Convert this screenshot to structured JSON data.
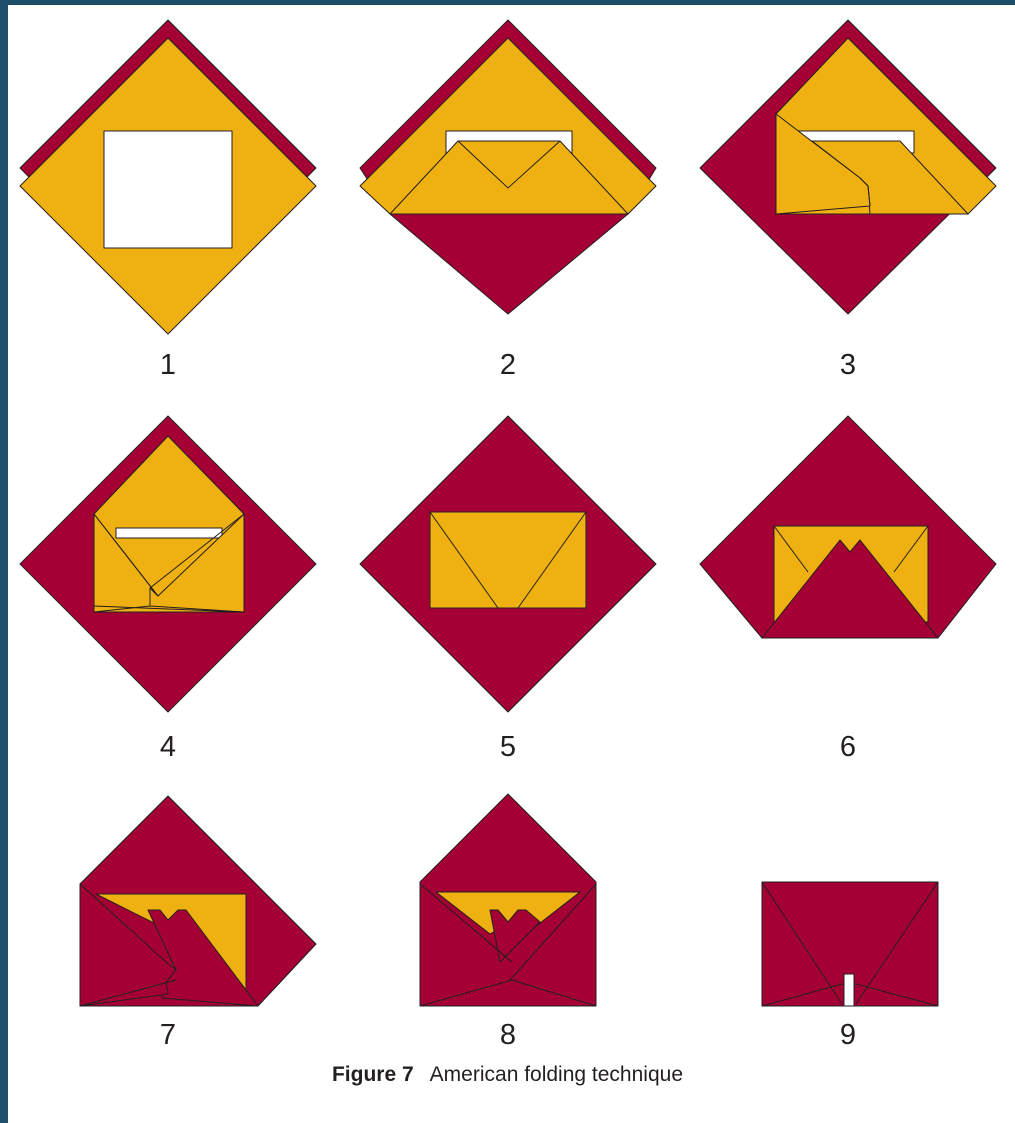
{
  "figure": {
    "label": "Figure 7",
    "title": "American folding technique"
  },
  "colors": {
    "paper_front": "#efb012",
    "paper_back": "#a50034",
    "card": "#ffffff",
    "outline": "#231f20",
    "frame": "#1d4f6b"
  },
  "steps": [
    {
      "number": "1"
    },
    {
      "number": "2"
    },
    {
      "number": "3"
    },
    {
      "number": "4"
    },
    {
      "number": "5"
    },
    {
      "number": "6"
    },
    {
      "number": "7"
    },
    {
      "number": "8"
    },
    {
      "number": "9"
    }
  ]
}
